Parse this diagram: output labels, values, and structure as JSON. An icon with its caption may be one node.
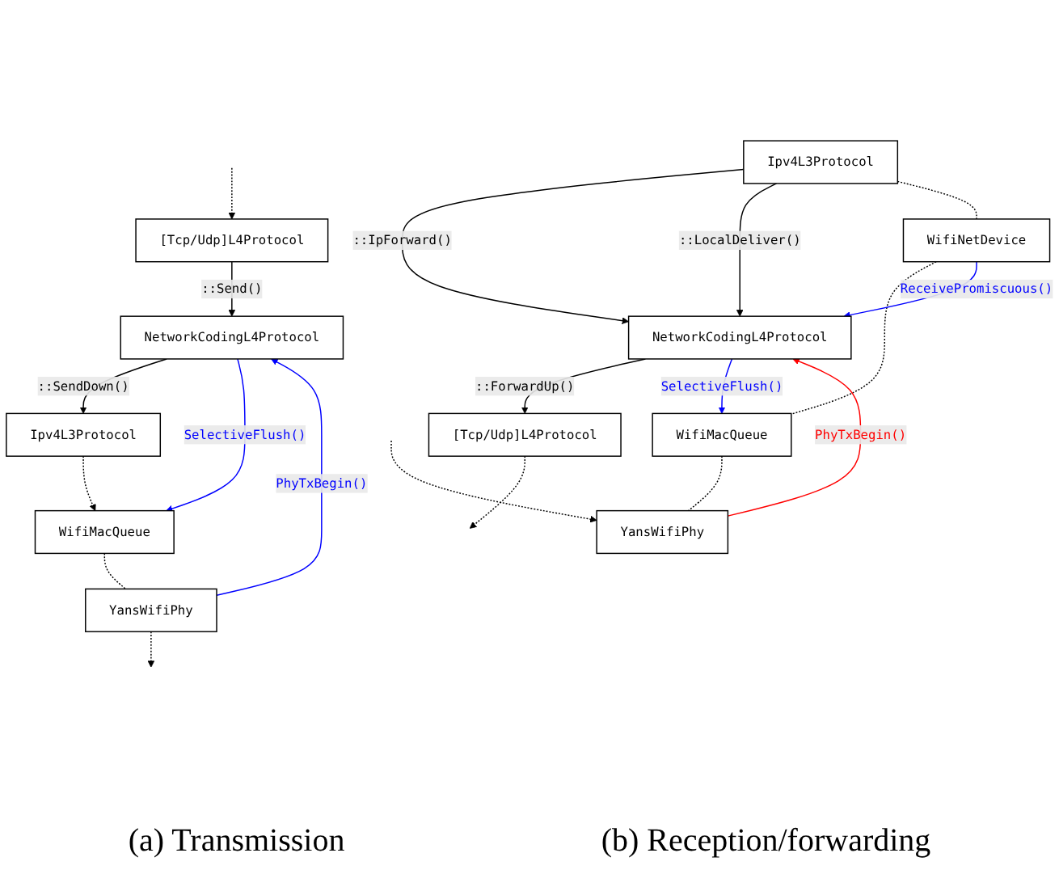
{
  "diagram": {
    "nodes": [
      {
        "text": [
          "[Tcp/Udp]L4Protocol"
        ]
      },
      {
        "text": [
          "NetworkCodingL4Protocol"
        ]
      },
      {
        "text": [
          "Ipv4L3Protocol"
        ]
      },
      {
        "text": [
          "WifiMacQueue"
        ]
      },
      {
        "text": [
          "YansWifiPhy"
        ]
      },
      {
        "text": [
          "[Tcp/Udp]L4Protocol"
        ]
      },
      {
        "text": [
          "NetworkCodingL4Protocol"
        ]
      },
      {
        "text": [
          "Ipv4L3Protocol"
        ]
      },
      {
        "text": [
          "WifiNetDevice"
        ]
      },
      {
        "text": [
          "WifiMacQueue"
        ]
      },
      {
        "text": [
          "YansWifiPhy"
        ]
      }
    ],
    "edges": [
      {
        "from": null,
        "to": 0,
        "arrow": "to",
        "style": "dashed"
      },
      {
        "from": 0,
        "to": 1,
        "arrow": "to",
        "label": "::Send()"
      },
      {
        "from": 1,
        "to": 2,
        "arrow": "to",
        "label": "::SendDown()"
      },
      {
        "from": 2,
        "to": 3,
        "arrow": "to",
        "style": "dashed"
      },
      {
        "from": 3,
        "to": 4,
        "arrow": "none",
        "style": "dashed"
      },
      {
        "from": 4,
        "to": null,
        "arrow": "to",
        "style": "dashed"
      },
      {
        "from": 4,
        "to": 1,
        "arrow": "to",
        "label": "PhyTxBegin()",
        "color": "#0000ff"
      },
      {
        "from": 1,
        "to": 3,
        "arrow": "to",
        "label": "SelectiveFlush()",
        "color": "#0000ff"
      },
      {
        "from": 5,
        "to": null,
        "arrow": "to",
        "style": "dashed"
      },
      {
        "from": 6,
        "to": 5,
        "arrow": "to",
        "label": "::ForwardUp()"
      },
      {
        "from": 7,
        "to": 6,
        "arrow": "to",
        "label": "::IpForward()"
      },
      {
        "from": 7,
        "to": 6,
        "arrow": "to",
        "label": "::LocalDeliver()"
      },
      {
        "from": 7,
        "to": 8,
        "arrow": "none",
        "style": "dashed"
      },
      {
        "from": 8,
        "to": 9,
        "arrow": "none",
        "style": "dashed"
      },
      {
        "from": 9,
        "to": 10,
        "arrow": "none",
        "style": "dashed"
      },
      {
        "from": null,
        "to": 10,
        "arrow": "to",
        "style": "dashed"
      },
      {
        "from": 8,
        "to": 6,
        "arrow": "to",
        "label": "ReceivePromiscuous()",
        "color": "#0000ff"
      },
      {
        "from": 10,
        "to": 6,
        "arrow": "to",
        "label": "PhyTxBegin()",
        "color": "#ff0000"
      },
      {
        "from": 6,
        "to": 9,
        "arrow": "to",
        "label": "SelectiveFlush()",
        "color": "#0000ff"
      }
    ],
    "labels": [
      "(a) Transmission",
      "(b) Reception/forwarding"
    ]
  }
}
